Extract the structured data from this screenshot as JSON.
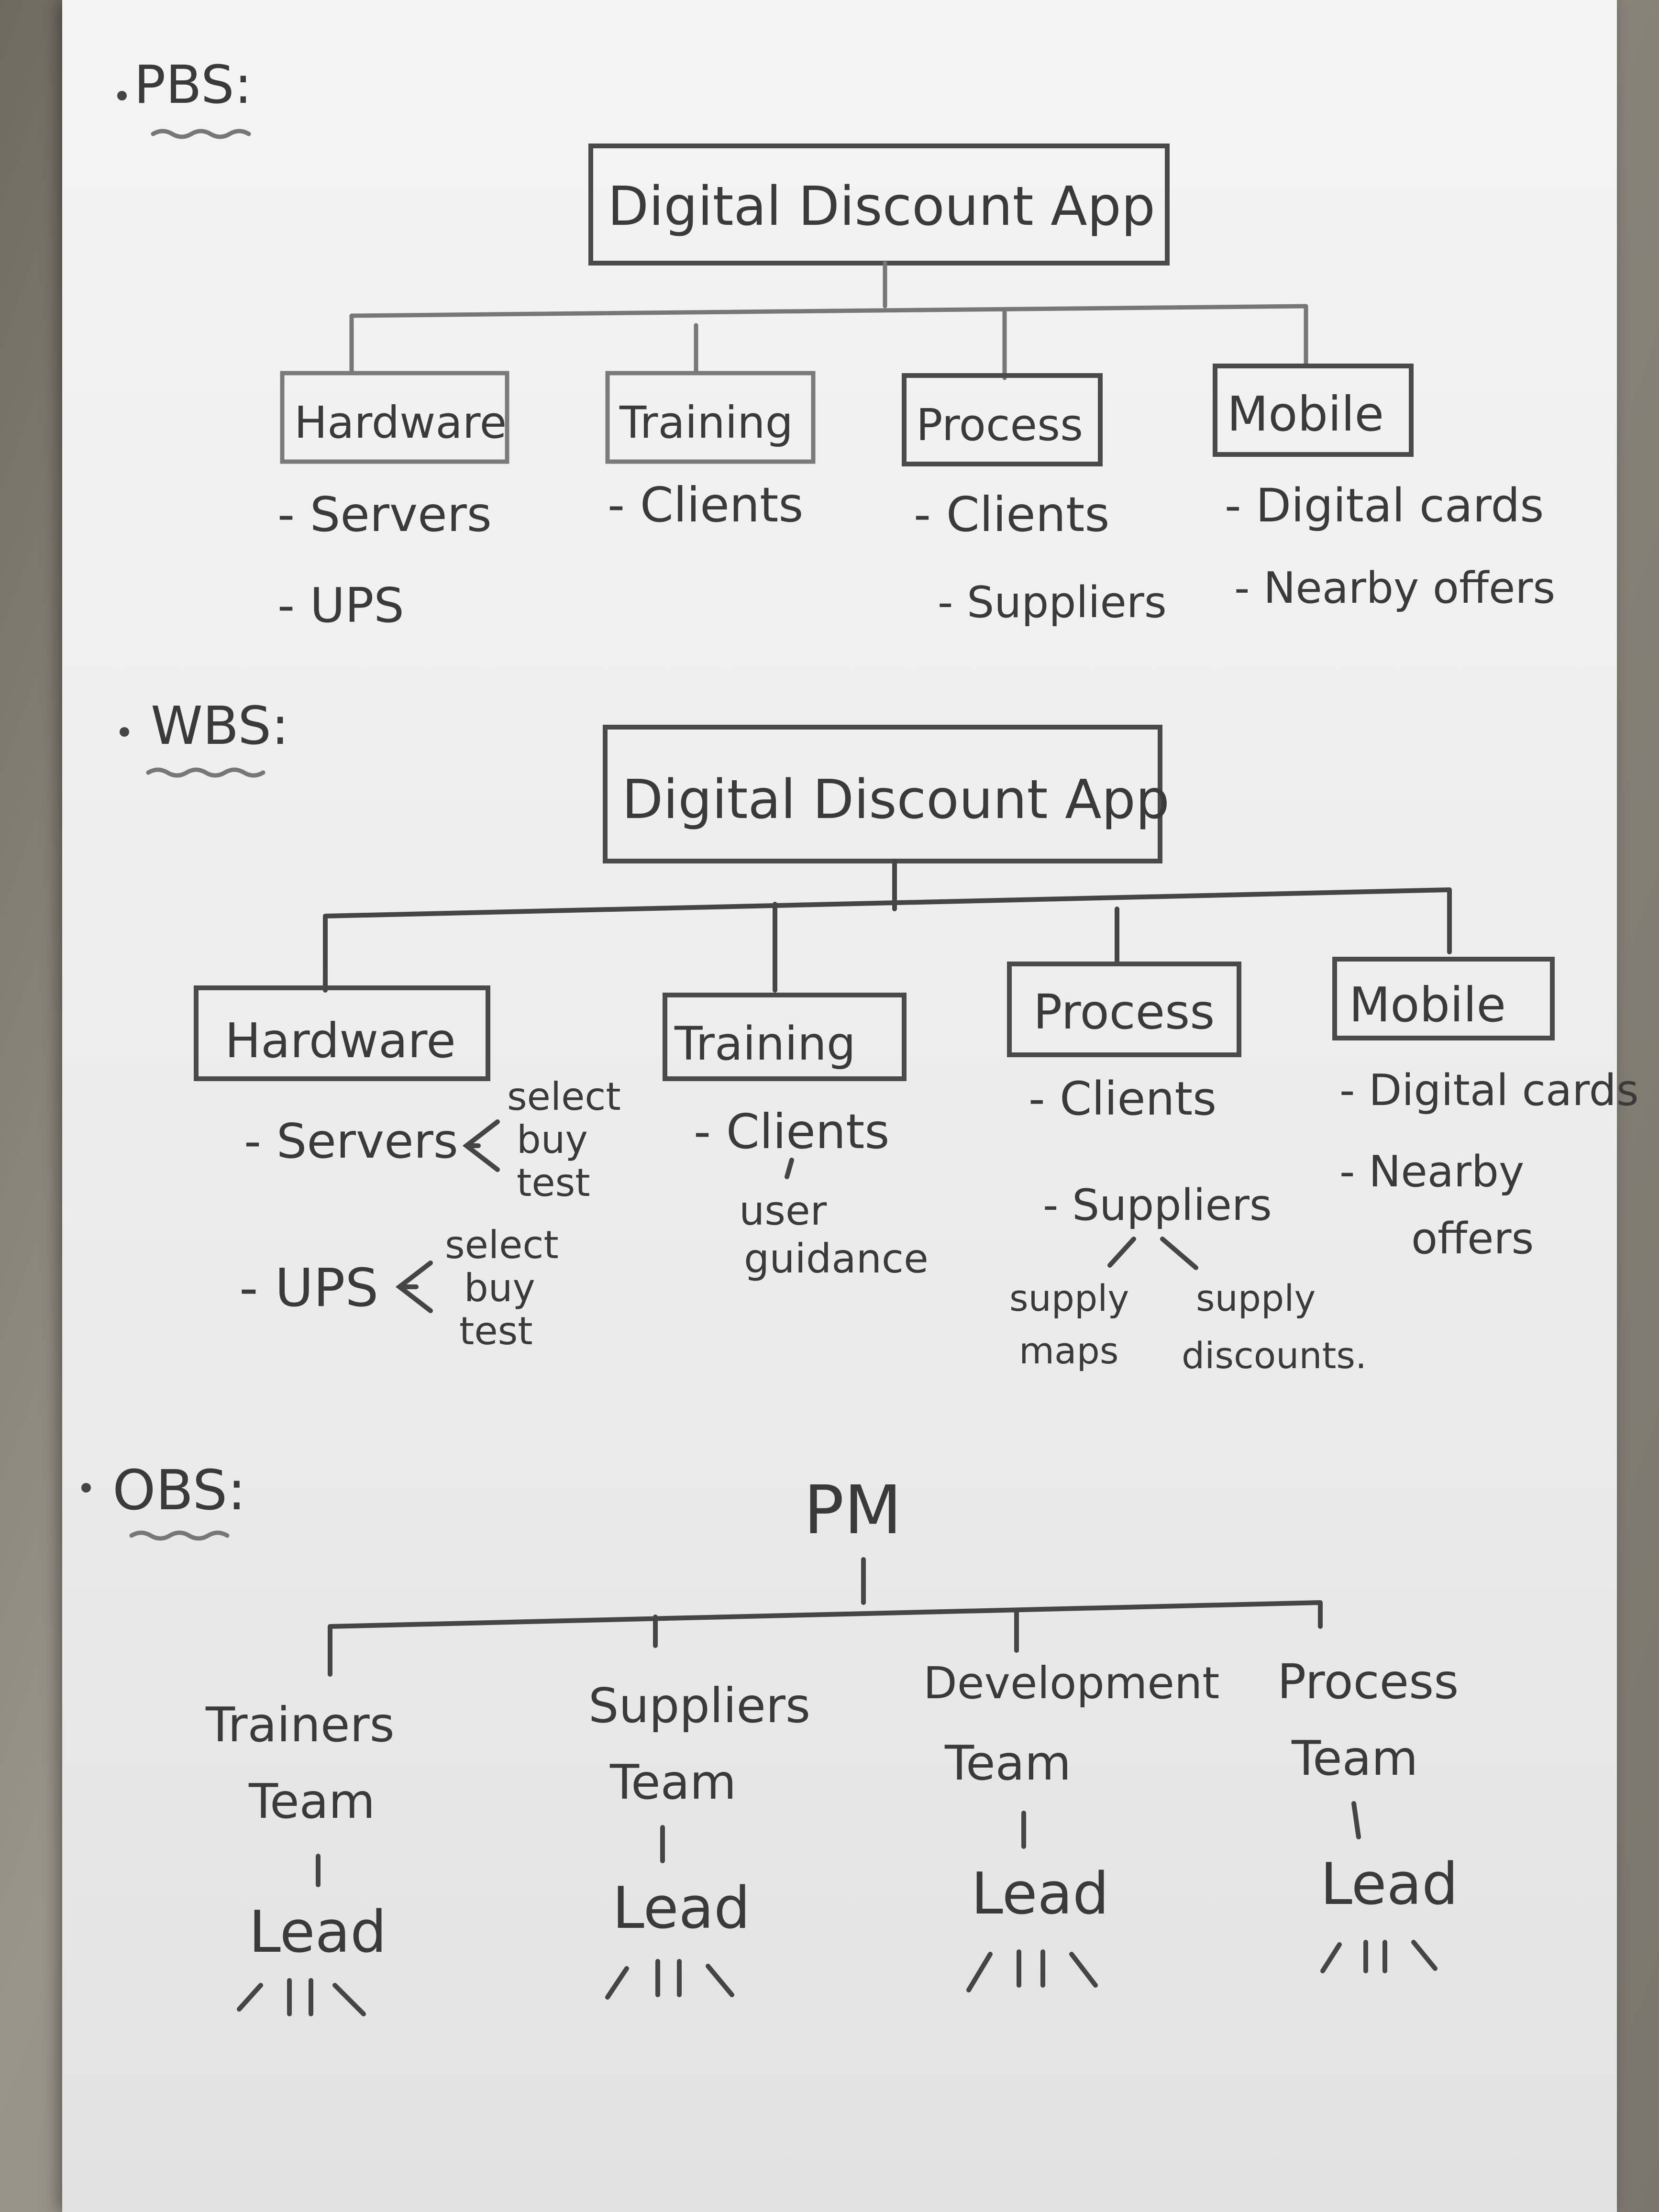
{
  "pbs": {
    "heading": "PBS:",
    "root": "Digital Discount App",
    "branches": [
      {
        "label": "Hardware",
        "items": [
          "- Servers",
          "- UPS"
        ]
      },
      {
        "label": "Training",
        "items": [
          "- Clients"
        ]
      },
      {
        "label": "Process",
        "items": [
          "- Clients",
          "- Suppliers"
        ]
      },
      {
        "label": "Mobile",
        "items": [
          "- Digital cards",
          "- Nearby offers"
        ]
      }
    ]
  },
  "wbs": {
    "heading": "WBS:",
    "root": "Digital Discount App",
    "branches": [
      {
        "label": "Hardware",
        "items": [
          "- Servers",
          "- UPS"
        ],
        "servers_steps": [
          "select",
          "buy",
          "test"
        ],
        "ups_steps": [
          "select",
          "buy",
          "test"
        ]
      },
      {
        "label": "Training",
        "items": [
          "- Clients"
        ],
        "sub": [
          "user",
          "guidance"
        ]
      },
      {
        "label": "Process",
        "items": [
          "- Clients",
          "- Suppliers"
        ],
        "sub_left": [
          "supply",
          "maps"
        ],
        "sub_right": [
          "supply",
          "discounts."
        ]
      },
      {
        "label": "Mobile",
        "items": [
          "- Digital cards",
          "- Nearby",
          "offers"
        ]
      }
    ]
  },
  "obs": {
    "heading": "OBS:",
    "root": "PM",
    "teams": [
      {
        "name": [
          "Trainers",
          "Team"
        ],
        "lead": "Lead"
      },
      {
        "name": [
          "Suppliers",
          "Team"
        ],
        "lead": "Lead"
      },
      {
        "name": [
          "Development",
          "Team"
        ],
        "lead": "Lead"
      },
      {
        "name": [
          "Process",
          "Team"
        ],
        "lead": "Lead"
      }
    ]
  },
  "colors": {
    "ink": "#3a3a3a",
    "paper": "#eeeeee"
  }
}
